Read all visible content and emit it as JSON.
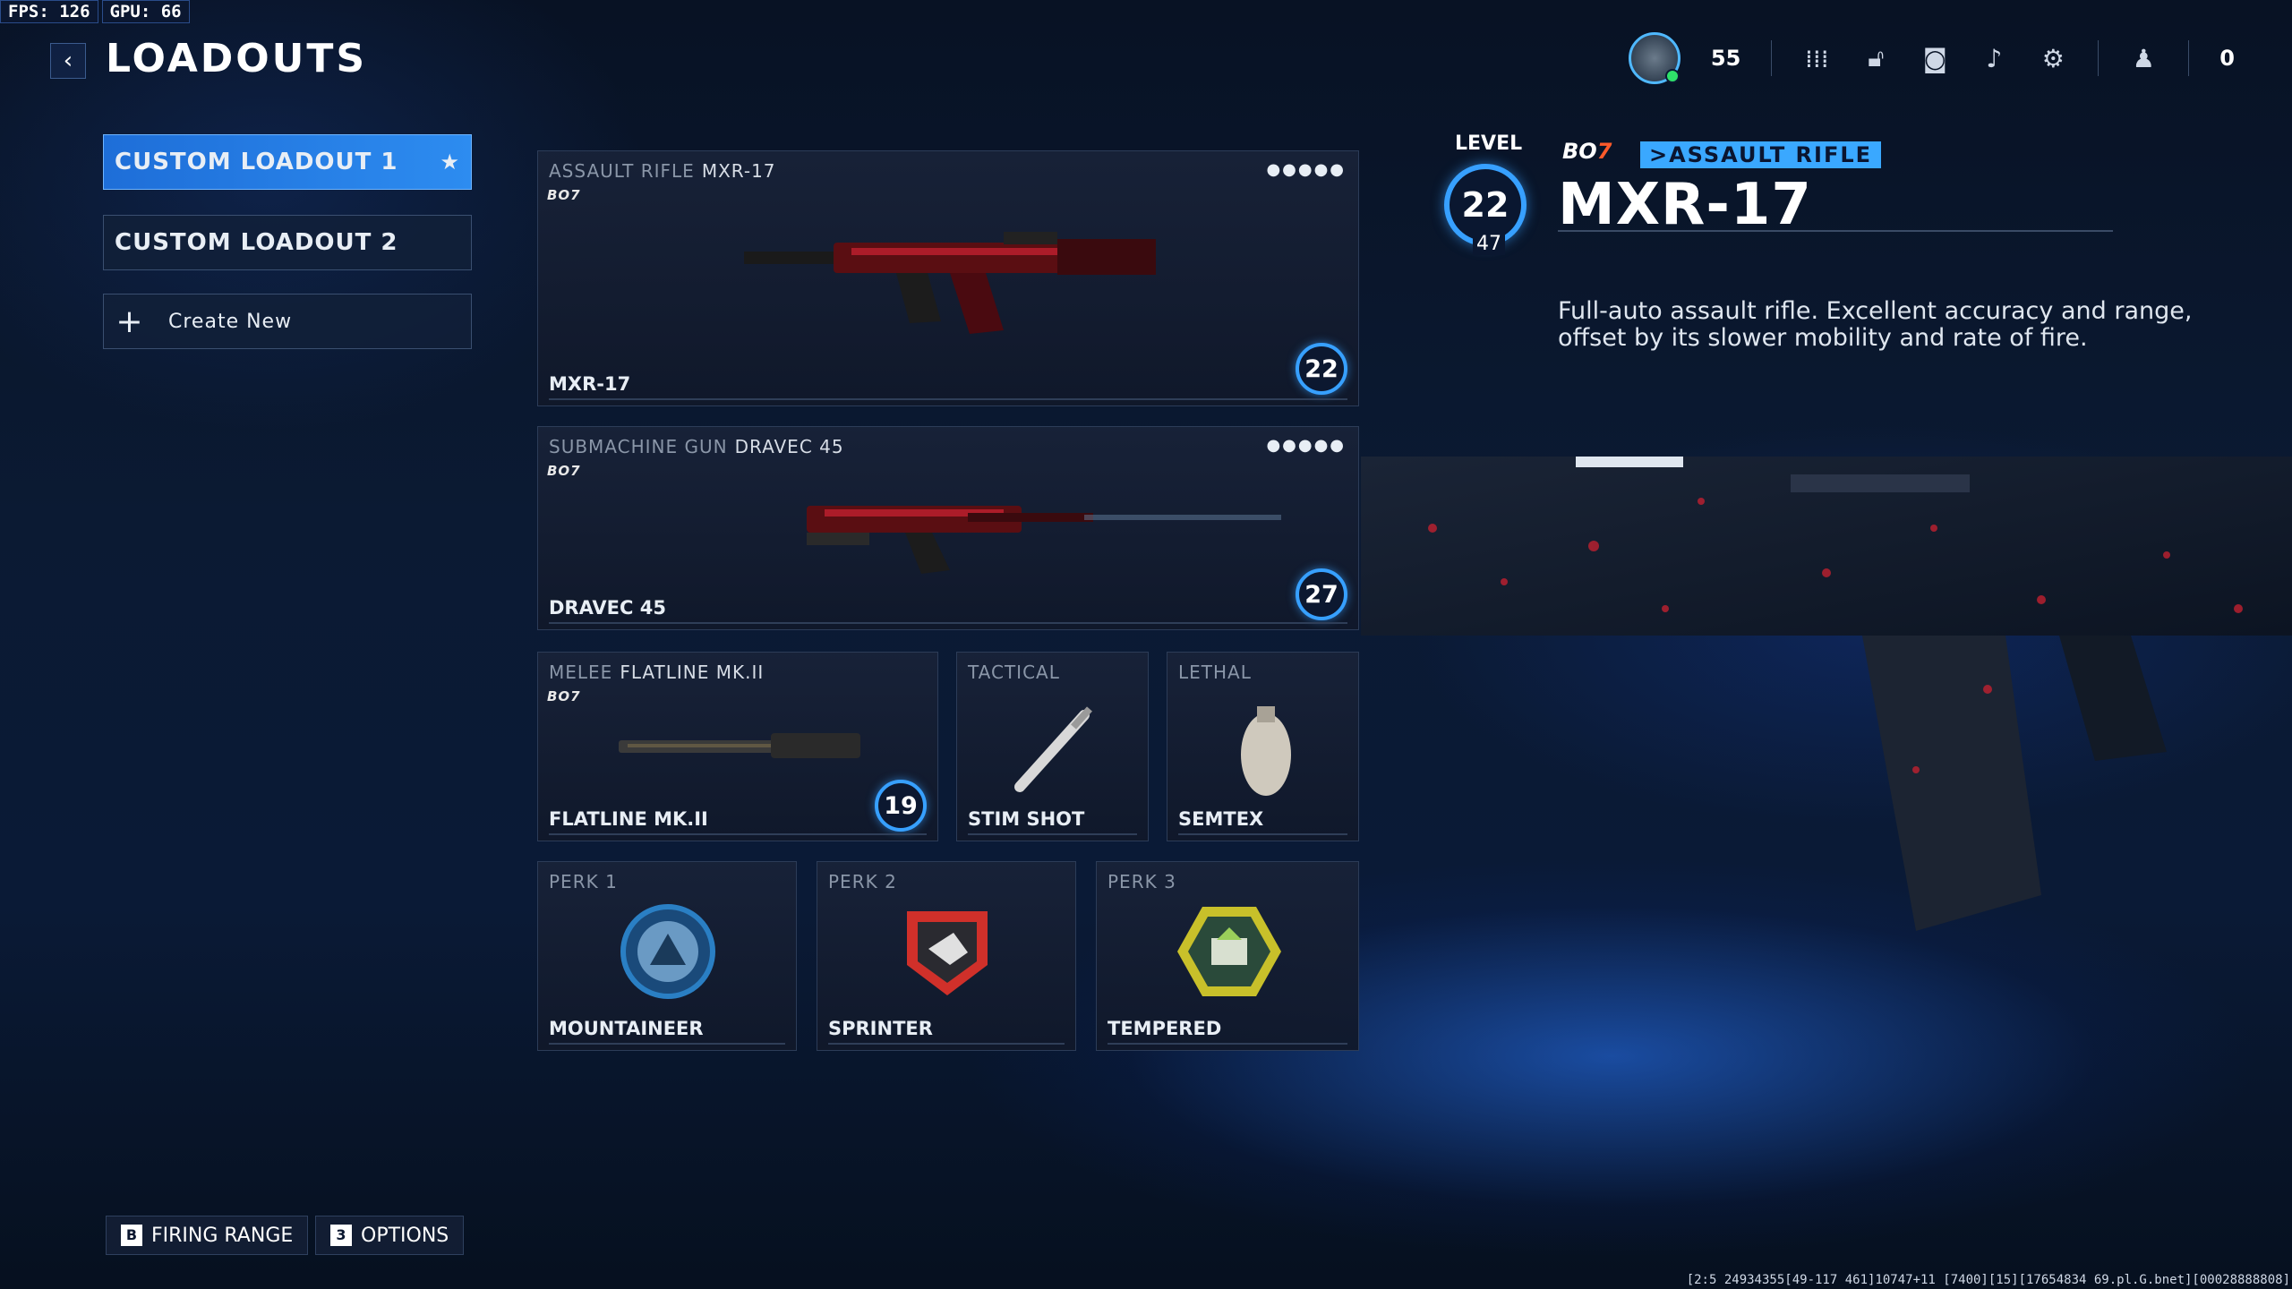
{
  "hud": {
    "fps_label": "FPS: 126",
    "gpu_label": "GPU: 66"
  },
  "header": {
    "title": "LOADOUTS"
  },
  "topbar": {
    "player_level": "55",
    "currency": "0"
  },
  "loadouts": [
    {
      "label": "CUSTOM LOADOUT 1"
    },
    {
      "label": "CUSTOM LOADOUT 2"
    },
    {
      "label": "Create New"
    }
  ],
  "primary": {
    "category": "ASSAULT RIFLE",
    "weapon": "MXR-17",
    "brand": "BO7",
    "name": "MXR-17",
    "level": "22"
  },
  "secondary": {
    "category": "SUBMACHINE GUN",
    "weapon": "DRAVEC 45",
    "brand": "BO7",
    "name": "DRAVEC 45",
    "level": "27"
  },
  "melee": {
    "category": "MELEE",
    "weapon": "FLATLINE MK.II",
    "brand": "BO7",
    "name": "FLATLINE MK.II",
    "level": "19"
  },
  "tactical": {
    "category": "TACTICAL",
    "name": "STIM SHOT"
  },
  "lethal": {
    "category": "LETHAL",
    "name": "SEMTEX"
  },
  "perks": [
    {
      "slot": "PERK 1",
      "name": "MOUNTAINEER"
    },
    {
      "slot": "PERK 2",
      "name": "SPRINTER"
    },
    {
      "slot": "PERK 3",
      "name": "TEMPERED"
    }
  ],
  "detail": {
    "level_label": "LEVEL",
    "level": "22",
    "next_level": "47",
    "brand": "BO",
    "brand_suffix": "7",
    "category": ">ASSAULT RIFLE",
    "name": "MXR-17",
    "description": "Full-auto assault rifle. Excellent accuracy and range, offset by its slower mobility and rate of fire."
  },
  "bottom": {
    "firing_range_key": "B",
    "firing_range_label": "FIRING RANGE",
    "options_key": "3",
    "options_label": "OPTIONS"
  },
  "footer": {
    "build_info": "[2:5 24934355[49-117 461]10747+11 [7400][15][17654834 69.pl.G.bnet][00028888808]"
  },
  "colors": {
    "accent": "#37a0ff",
    "active_tab": "#2d8cf0",
    "brand_seven": "#ff5a2a",
    "perk1": "#2a7fc4",
    "perk2": "#d0302a",
    "perk3": "#c8c02a"
  }
}
